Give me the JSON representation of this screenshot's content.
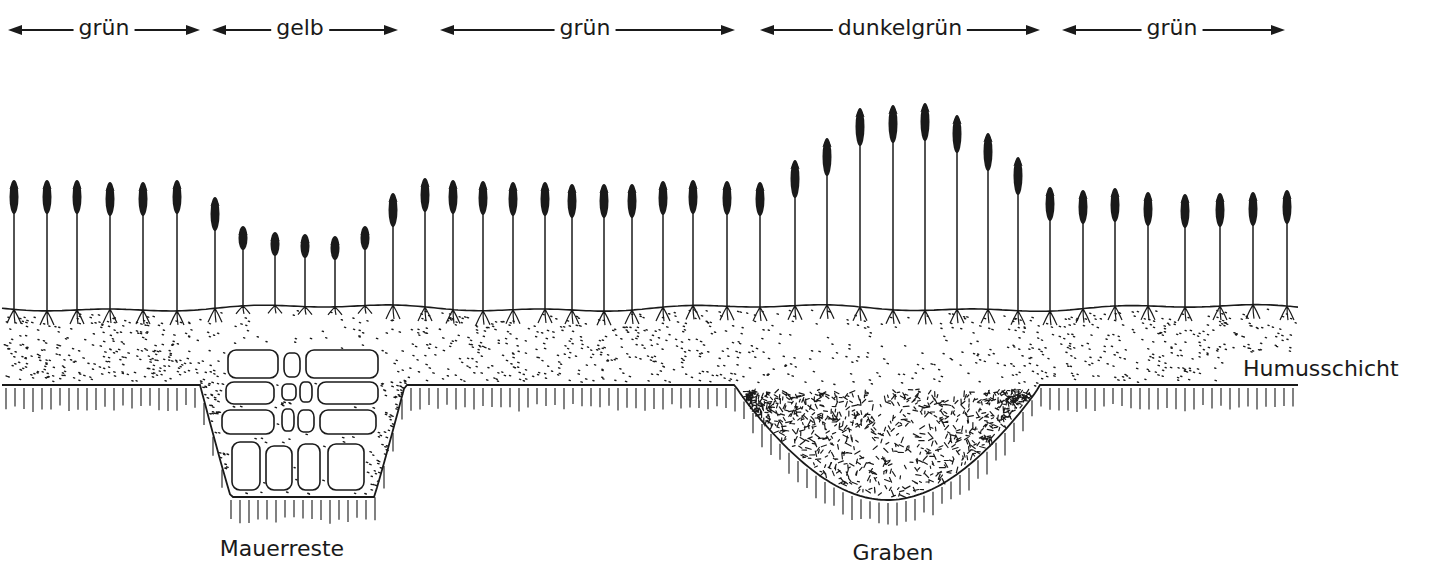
{
  "diagram": {
    "labels": [
      "grün",
      "gelb",
      "grün",
      "dunkelgrün",
      "grün",
      "Humusschicht",
      "Mauerreste",
      "Graben"
    ]
  }
}
